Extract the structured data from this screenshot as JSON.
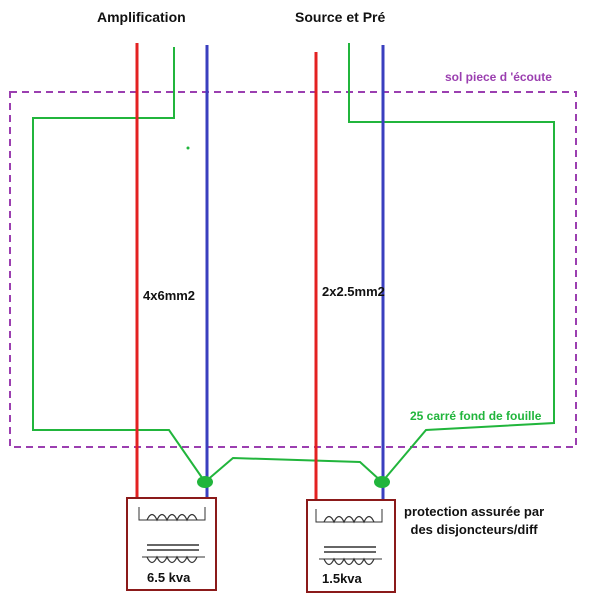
{
  "titles": {
    "amplification": "Amplification",
    "source": "Source et Pré"
  },
  "floor_label": "sol piece d 'écoute",
  "ground_label": "25 carré fond de fouille",
  "cables": {
    "left": "4x6mm2",
    "right": "2x2.5mm2"
  },
  "protection_note": {
    "line1": "protection assurée par",
    "line2": "des disjoncteurs/diff"
  },
  "transformers": {
    "left": "6.5 kva",
    "right": "1.5kva"
  },
  "colors": {
    "phase": "#e32121",
    "neutral": "#3a3fbf",
    "earth": "#21b53c",
    "floor_outline": "#9b3fb0",
    "transformer": "#8b1a1a",
    "text": "#111111"
  }
}
